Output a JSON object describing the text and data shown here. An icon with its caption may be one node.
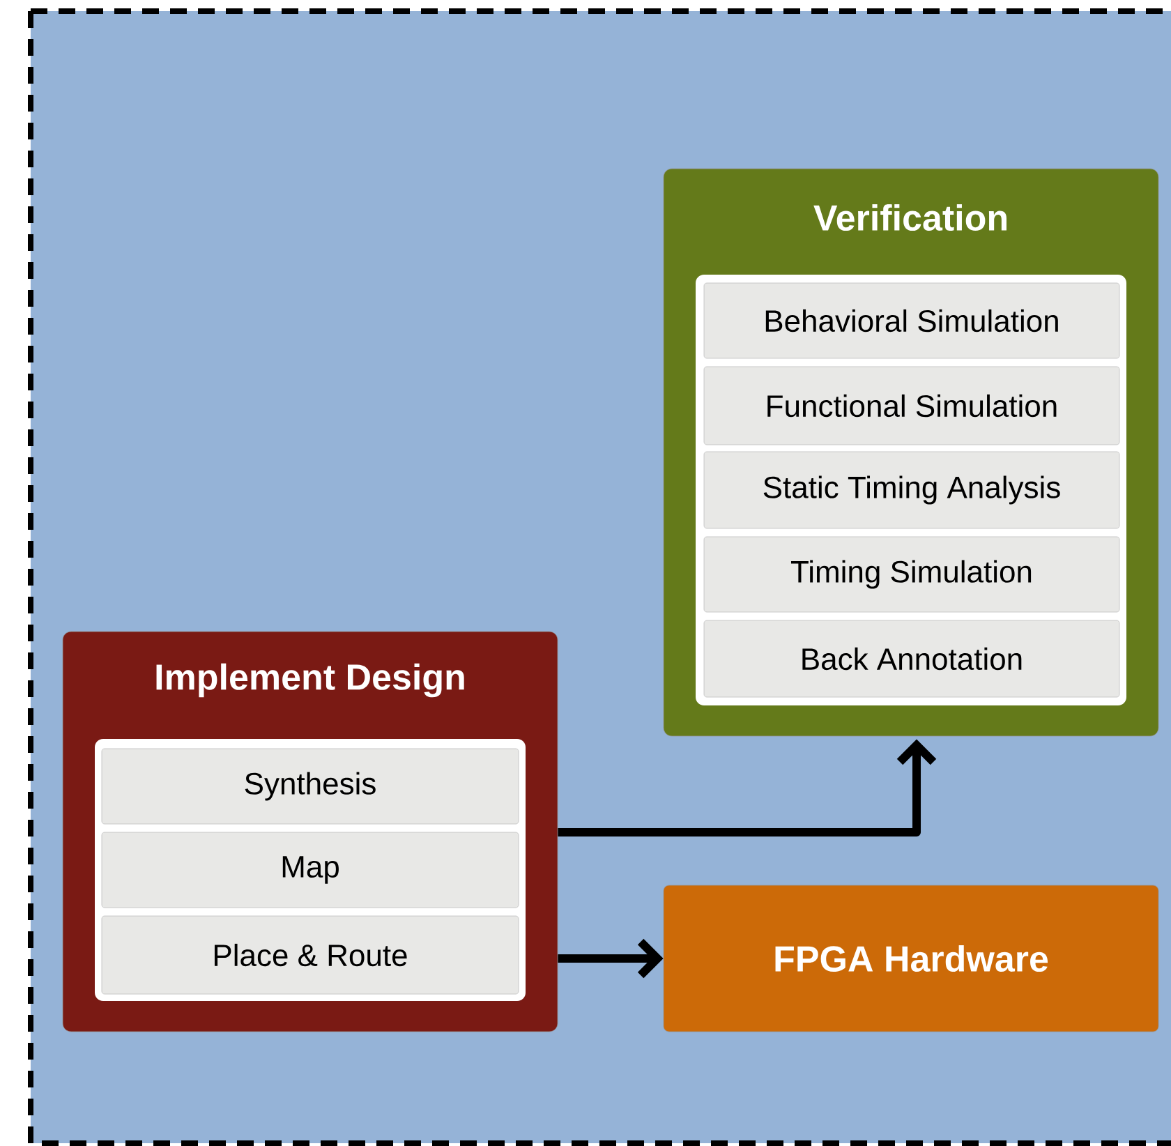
{
  "diagram": {
    "nodes": [
      {
        "text": [
          "Implement Design"
        ]
      },
      {
        "text": [
          "Synthesis"
        ],
        "in": 0
      },
      {
        "text": [
          "Map"
        ],
        "in": 0
      },
      {
        "text": [
          "Place & Route"
        ],
        "in": 0
      },
      {
        "text": [
          "Verification"
        ]
      },
      {
        "text": [
          "Behavioral Simulation"
        ],
        "in": 4
      },
      {
        "text": [
          "Functional Simulation"
        ],
        "in": 4
      },
      {
        "text": [
          "Static Timing Analysis"
        ],
        "in": 4
      },
      {
        "text": [
          "Timing Simulation"
        ],
        "in": 4
      },
      {
        "text": [
          "Back Annotation"
        ],
        "in": 4
      },
      {
        "text": [
          "FPGA Hardware"
        ]
      }
    ],
    "edges": [
      {
        "from": 0,
        "to": 4,
        "arrow": "to"
      },
      {
        "from": 0,
        "to": 10,
        "arrow": "to"
      }
    ]
  }
}
